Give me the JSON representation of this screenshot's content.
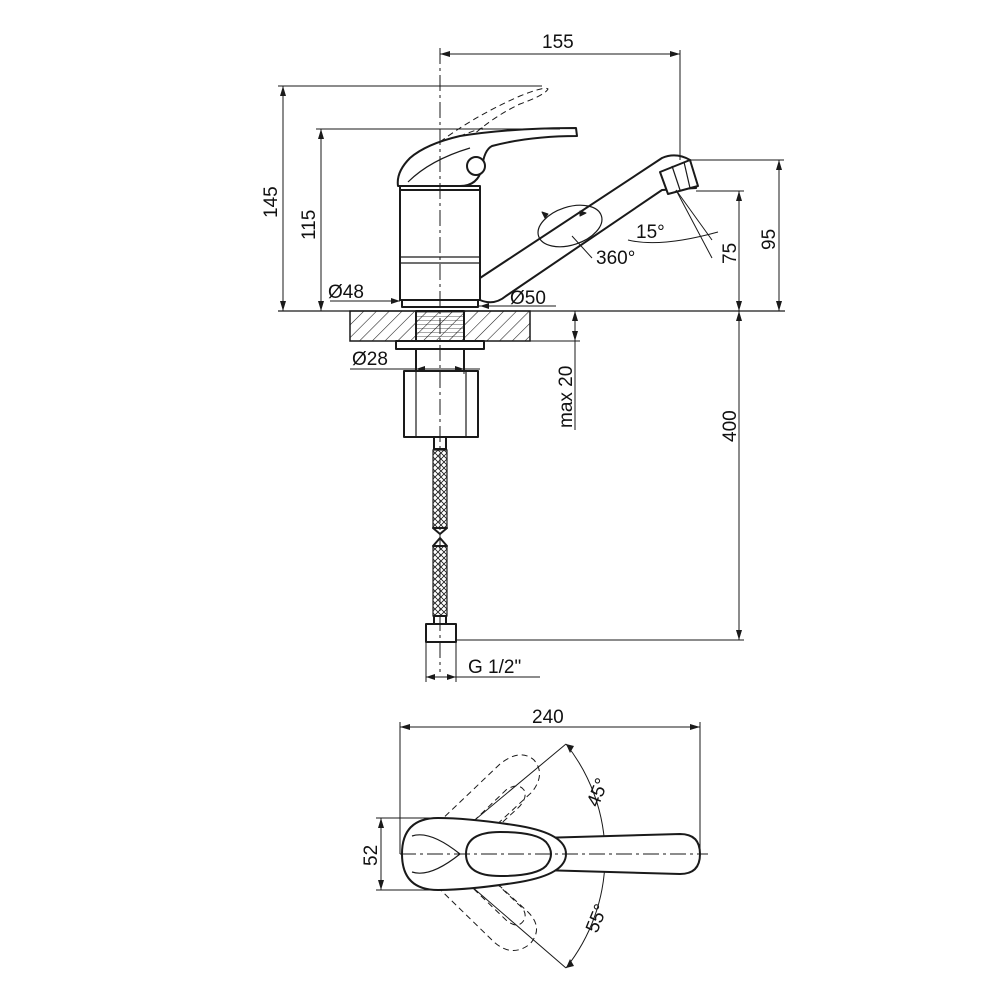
{
  "dimensions": {
    "total_reach": "155",
    "total_height": "145",
    "body_height": "115",
    "base_diameter": "Ø48",
    "flange_diameter": "Ø50",
    "thread_diameter": "Ø28",
    "mount_thickness": "max 20",
    "spout_swivel": "360°",
    "spout_tilt": "15°",
    "spout_clearance": "75",
    "spout_height": "95",
    "hose_length": "400",
    "hose_thread": "G 1/2\"",
    "plan_width": "240",
    "plan_depth": "52",
    "lever_angle_cold": "45°",
    "lever_angle_hot": "55°"
  }
}
